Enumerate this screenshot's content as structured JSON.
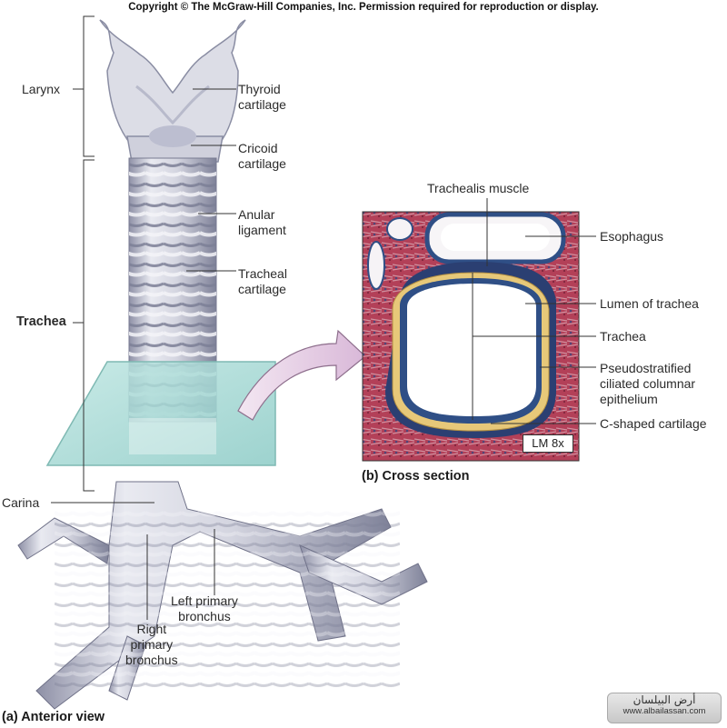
{
  "copyright": "Copyright © The McGraw-Hill Companies, Inc. Permission required for reproduction or display.",
  "labels": {
    "larynx": "Larynx",
    "thyroid_1": "Thyroid",
    "thyroid_2": "cartilage",
    "cricoid_1": "Cricoid",
    "cricoid_2": "cartilage",
    "anular_1": "Anular",
    "anular_2": "ligament",
    "tracheal_1": "Tracheal",
    "tracheal_2": "cartilage",
    "trachea": "Trachea",
    "carina": "Carina",
    "left_bronchus_1": "Left primary",
    "left_bronchus_2": "bronchus",
    "right_bronchus_1": "Right",
    "right_bronchus_2": "primary",
    "right_bronchus_3": "bronchus",
    "trachealis_muscle": "Trachealis muscle",
    "esophagus": "Esophagus",
    "lumen": "Lumen of trachea",
    "trachea_section": "Trachea",
    "epithelium_1": "Pseudostratified",
    "epithelium_2": "ciliated columnar",
    "epithelium_3": "epithelium",
    "c_cartilage": "C-shaped cartilage",
    "magnification": "LM 8x"
  },
  "captions": {
    "cross_section": "(b) Cross section",
    "anterior_view": "(a) Anterior view"
  },
  "watermark": {
    "arabic": "أرض البيلسان",
    "url": "www.albailassan.com"
  },
  "colors": {
    "cartilage": "#d9dae4",
    "cartilage_shade": "#9c9fb3",
    "tissue_red": "#b0304f",
    "tissue_blue": "#2f4f86",
    "c_cartilage": "#e8c878",
    "plane": "#9fd4cf"
  }
}
